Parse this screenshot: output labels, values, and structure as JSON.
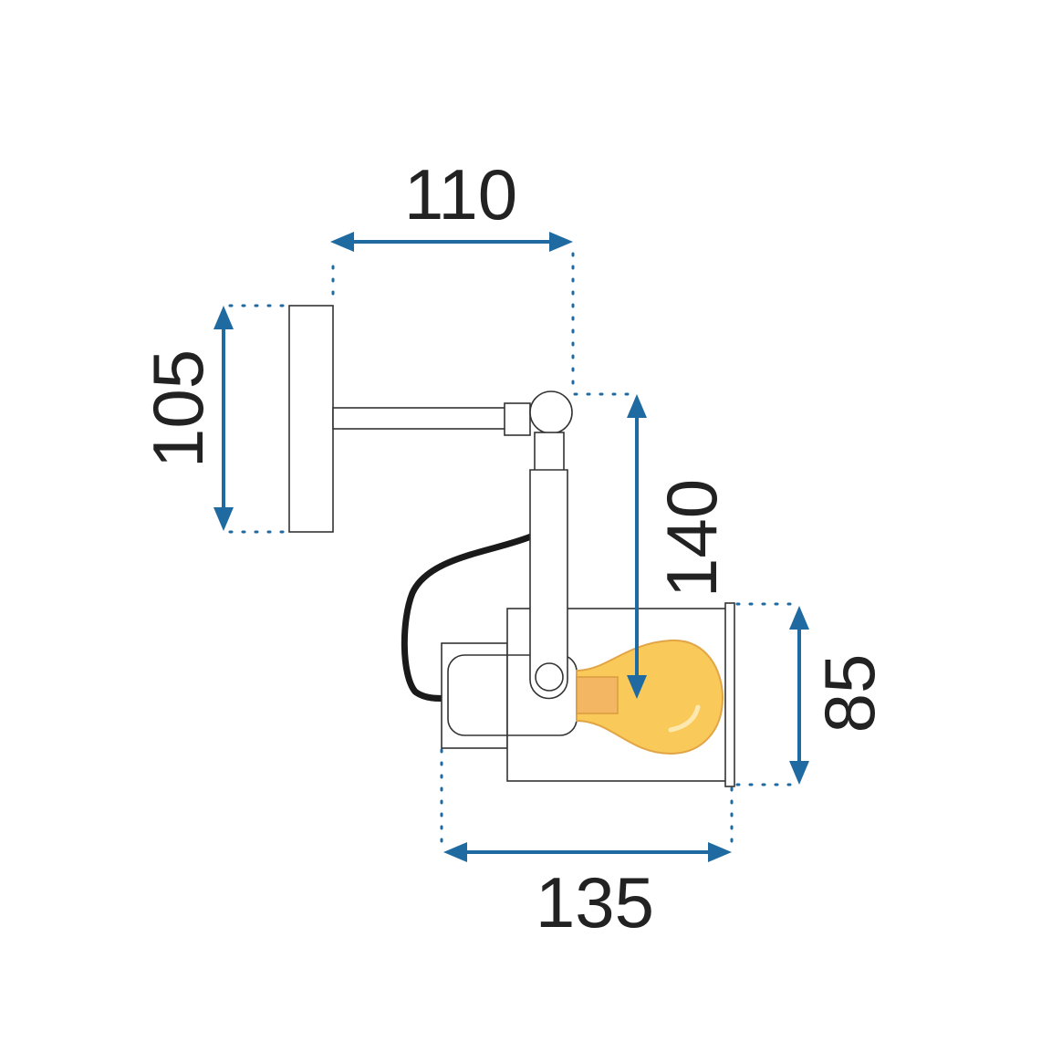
{
  "title": "Wall lamp dimensions",
  "colors": {
    "dimension": "#1f6aa0",
    "bulb": "#f9c95a",
    "cable": "#1a1a1a"
  },
  "dimensions": {
    "arm_length": "110",
    "plate_height": "105",
    "drop_height": "140",
    "shade_diameter": "85",
    "shade_length": "135"
  }
}
